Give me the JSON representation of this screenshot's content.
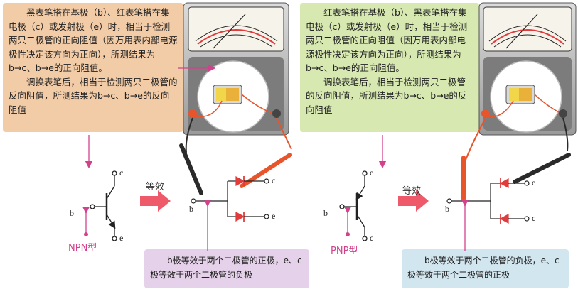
{
  "npn": {
    "top_text": "　　黑表笔搭在基极（b）、红表笔搭在集电极（c）或发射极（e）时，相当于检测两只二极管的正向阻值（因万用表内部电源极性决定该方向为正向），所测结果为b→c、b→e的正向阻值。\n　　调换表笔后，相当于检测两只二极管的反向阻值，所测结果为b→c、b→e的反向阻值",
    "bottom_text": "　　b极等效于两个二极管的正极，e、c极等效于两个二极管的负极",
    "type_label": "NPN型",
    "equiv_label": "等效",
    "pins": {
      "b": "b",
      "c": "c",
      "e": "e"
    }
  },
  "pnp": {
    "top_text": "　　红表笔搭在基极（b）、黑表笔搭在集电极（c）或发射极（e）时，相当于检测两只二极管的正向阻值（因万用表内部电源极性决定该方向为正向），所测结果为b→c、b→e的正向阻值。\n　　调换表笔后，相当于检测两只二极管的反向阻值，所测结果为b→c、b→e的反向阻值",
    "bottom_text": "　　b极等效于两个二极管的负极，e、c极等效于两个二极管的正极",
    "type_label": "PNP型",
    "equiv_label": "等效",
    "pins": {
      "b": "b",
      "c": "c",
      "e": "e"
    }
  },
  "colors": {
    "pink": "#d2418c",
    "arrow": "#ee5a6a",
    "diode": "#e23b3b",
    "red_probe": "#e8542c",
    "black_probe": "#2a2a2a"
  }
}
